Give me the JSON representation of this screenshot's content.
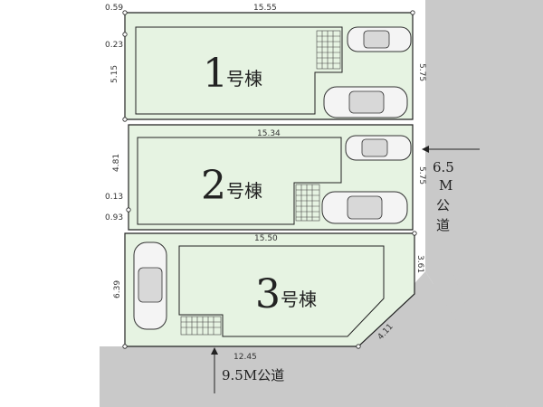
{
  "lots": [
    {
      "number": "1",
      "suffix": "号棟"
    },
    {
      "number": "2",
      "suffix": "号棟"
    },
    {
      "number": "3",
      "suffix": "号棟"
    }
  ],
  "dimensions": {
    "top_width": "15.55",
    "top_left_offset": "0.59",
    "lot1_gap": "0.23",
    "lot1_depth": "5.15",
    "lot1_right": "5.75",
    "lot2_width": "15.34",
    "lot2_depth": "4.81",
    "lot2_right": "5.75",
    "lot2_gap_a": "0.13",
    "lot2_gap_b": "0.93",
    "lot3_width": "15.50",
    "lot3_depth": "6.39",
    "lot3_right": "3.61",
    "corner_cut": "4.11",
    "bottom_width": "12.45"
  },
  "roads": {
    "east_width": "6.5",
    "east_unit": "M",
    "east_kanji_1": "公",
    "east_kanji_2": "道",
    "south_label": "9.5M公道"
  },
  "colors": {
    "lot_fill": "#e6f3e2",
    "road_fill": "#c9c9c9",
    "line": "#222222",
    "parking_grid": "#444444"
  }
}
